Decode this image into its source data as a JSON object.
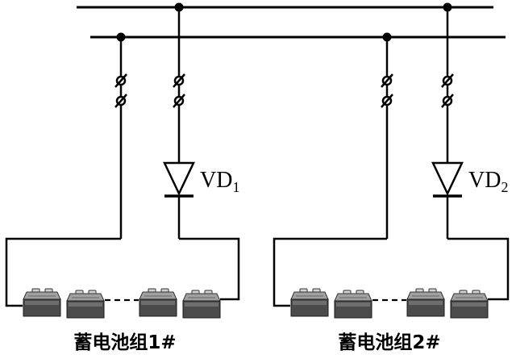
{
  "diagram": {
    "kind": "dc-battery-bank-wiring-diagram",
    "bus_count": 2,
    "diodes": [
      {
        "name": "VD1",
        "label": "VD",
        "sub": "1"
      },
      {
        "name": "VD2",
        "label": "VD",
        "sub": "2"
      }
    ],
    "battery_groups": [
      {
        "label": "蓄电池组1#",
        "visible_batteries": 4
      },
      {
        "label": "蓄电池组2#",
        "visible_batteries": 4
      }
    ],
    "colors": {
      "line": "#000000",
      "background": "#ffffff",
      "battery_front": "#4b4b4b",
      "battery_top": "#a0a0a0",
      "battery_terminal": "#d2d2d2"
    }
  }
}
